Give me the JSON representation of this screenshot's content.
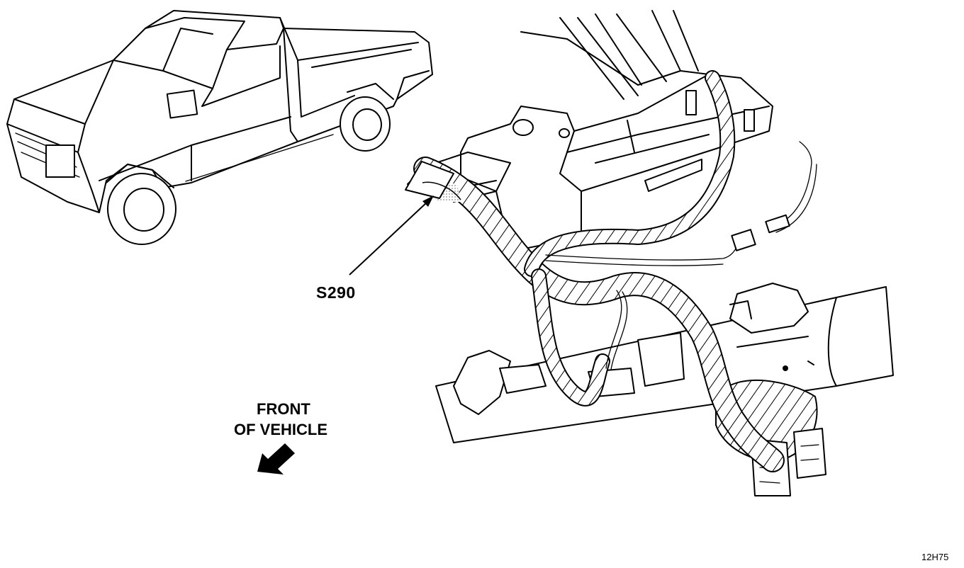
{
  "figure": {
    "splice_label": "S290",
    "direction_label_line1": "FRONT",
    "direction_label_line2": "OF VEHICLE",
    "figure_code": "12H75"
  },
  "colors": {
    "line": "#000000",
    "background": "#ffffff",
    "splice_shade": "#bdbdbd"
  },
  "icons": {
    "vehicle": "pickup-truck-icon",
    "direction": "front-direction-arrow-icon"
  }
}
